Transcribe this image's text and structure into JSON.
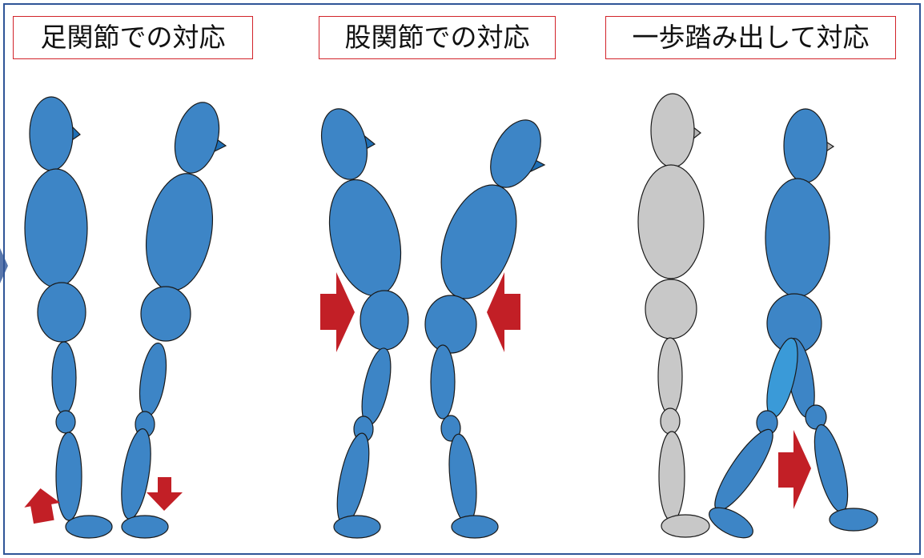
{
  "labels": {
    "ankle": "足関節での対応",
    "hip": "股関節での対応",
    "step": "一歩踏み出して対応"
  },
  "colors": {
    "frame": "#2f5597",
    "label_border": "#d2232a",
    "body_blue": "#3d85c6",
    "body_blue_highlight": "#3a9ad8",
    "body_gray": "#c8c8c8",
    "nose_blue": "#1f6fb5",
    "nose_gray": "#b5b5b5",
    "arrow_red": "#c21f26",
    "outline": "#1a1a1a"
  },
  "icons": {
    "arrow_up": "red-up-arrow-icon",
    "arrow_down": "red-down-arrow-icon",
    "arrow_right": "red-right-arrow-icon",
    "arrow_left": "red-left-arrow-icon"
  }
}
